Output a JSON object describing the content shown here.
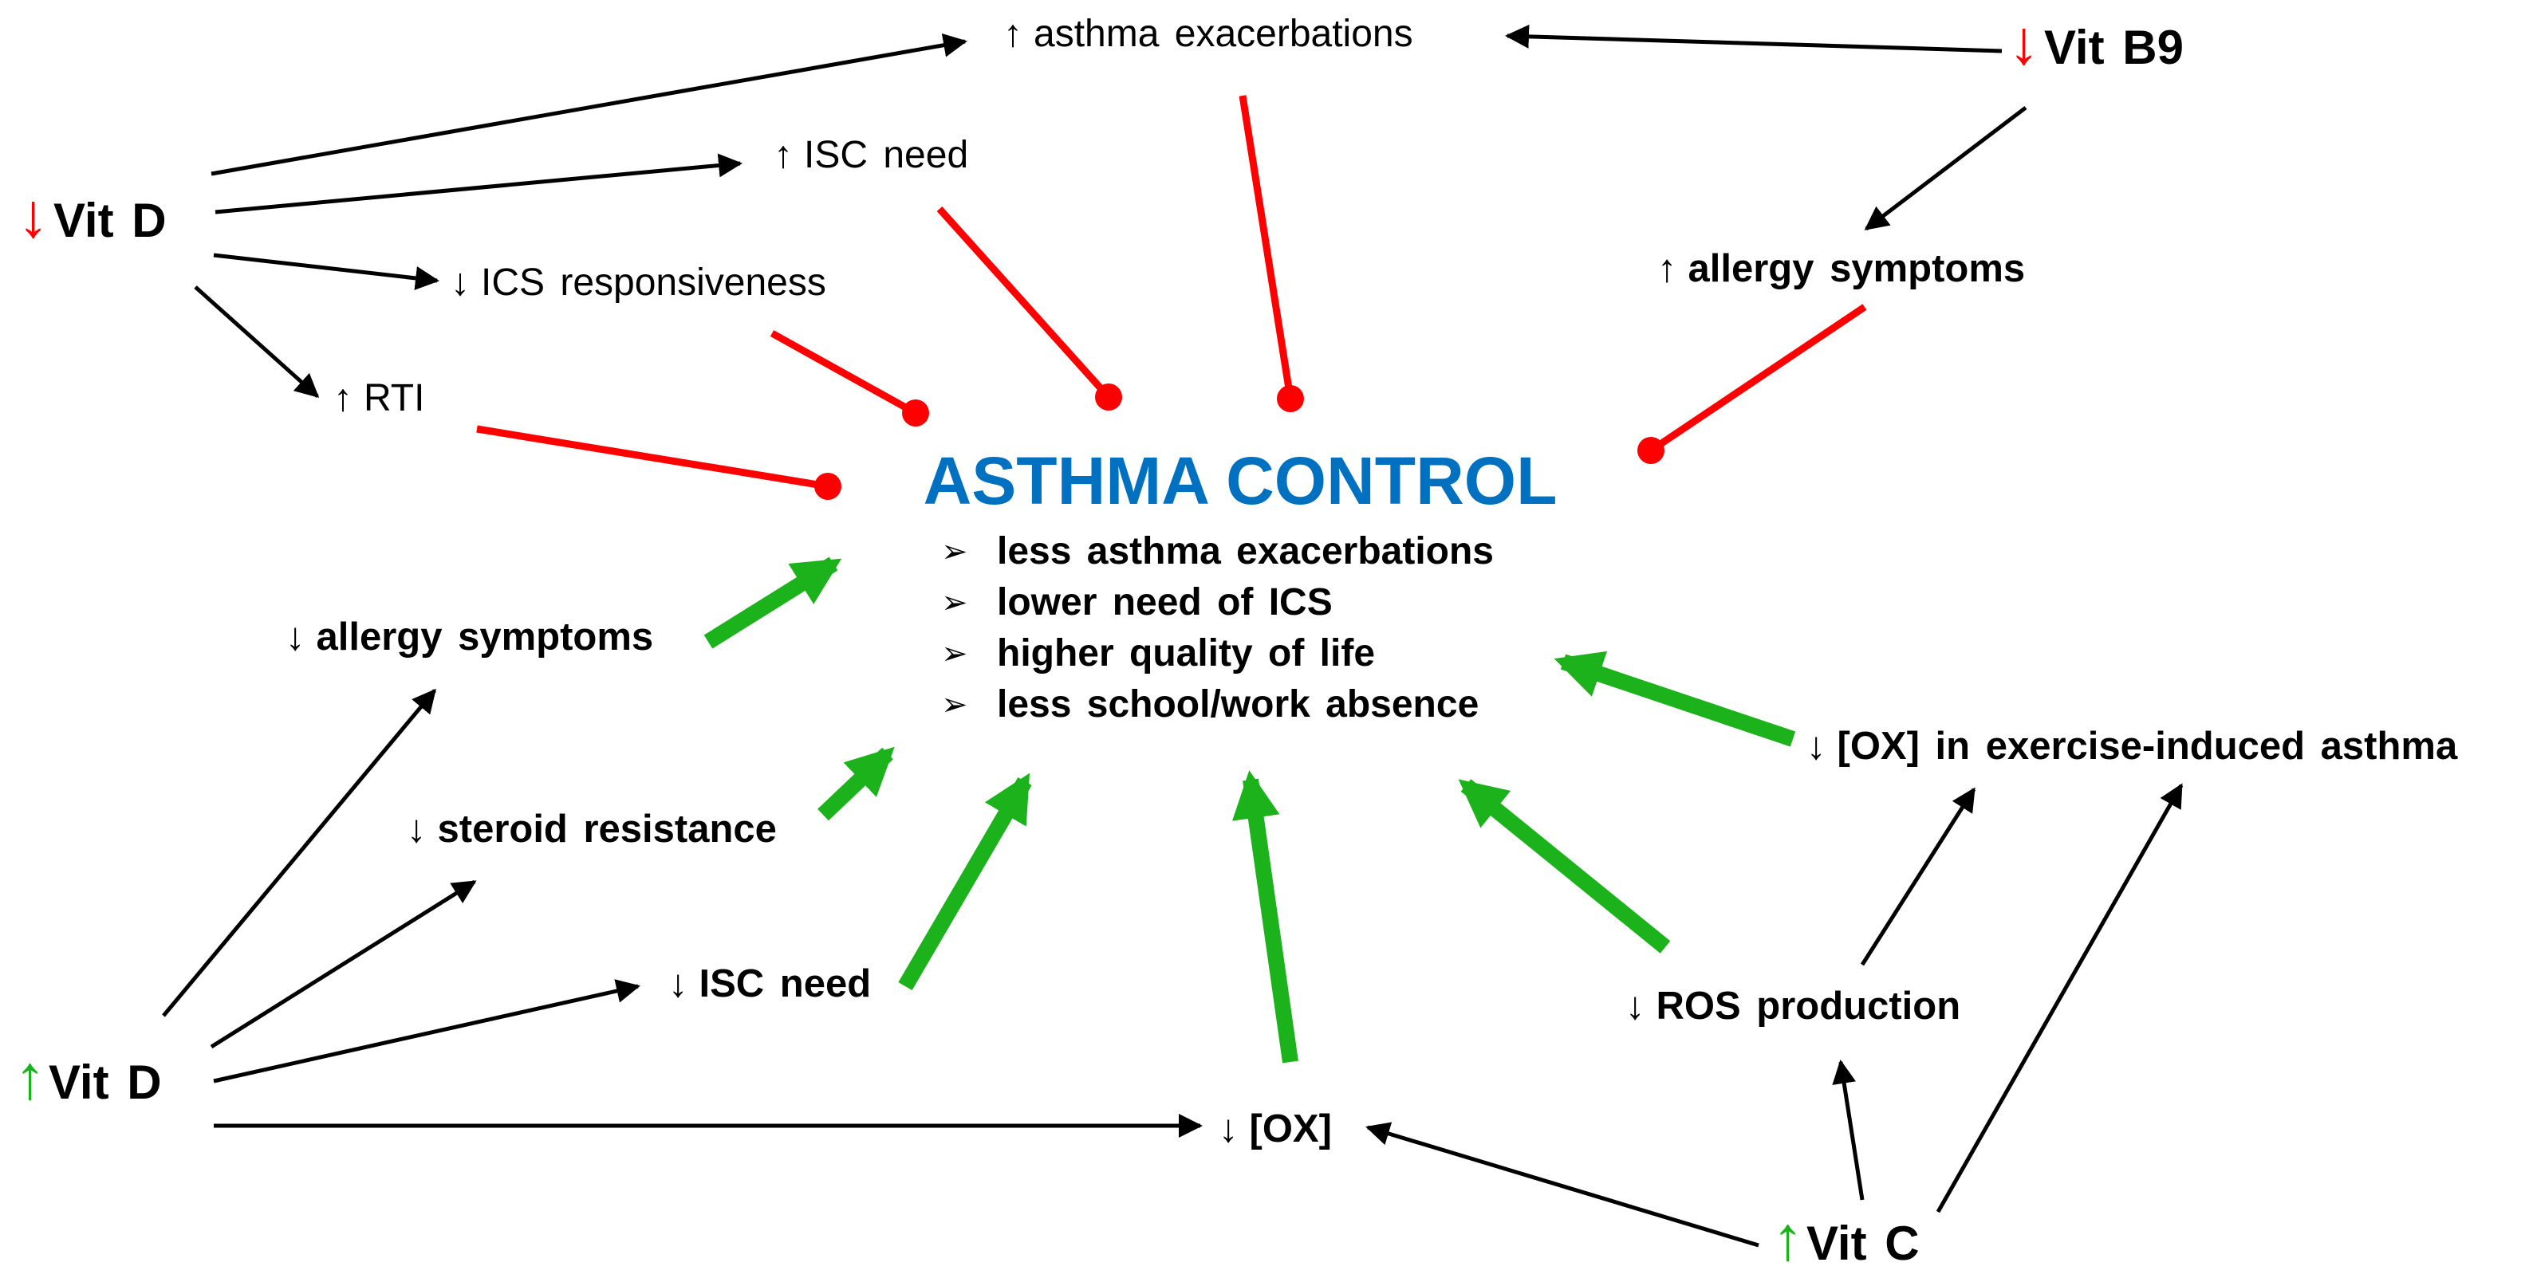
{
  "colors": {
    "negative": "#ff0000",
    "positive": "#1bb21b",
    "neutral": "#000000",
    "title": "#0070c0"
  },
  "center": {
    "title": "ASTHMA CONTROL",
    "bullet_icon": "arrowhead-bullet-icon",
    "bullets": [
      "less asthma exacerbations",
      "lower need of ICS",
      "higher quality of life",
      "less school/work absence"
    ]
  },
  "nodes": {
    "vitd_low": {
      "arrow": "↓",
      "text": "Vit D"
    },
    "vitb9_low": {
      "arrow": "↓",
      "text": "Vit B9"
    },
    "vitd_high": {
      "arrow": "↑",
      "text": "Vit D"
    },
    "vitc_high": {
      "arrow": "↑",
      "text": "Vit C"
    },
    "asthma_exacerbations_up": {
      "arrow": "↑",
      "text": "asthma exacerbations"
    },
    "isc_need_up": {
      "arrow": "↑",
      "text": "ISC need"
    },
    "ics_responsiveness_down": {
      "arrow": "↓",
      "text": "ICS responsiveness"
    },
    "rti_up": {
      "arrow": "↑",
      "text": "RTI"
    },
    "allergy_symptoms_up": {
      "arrow": "↑",
      "text": "allergy symptoms"
    },
    "allergy_symptoms_down": {
      "arrow": "↓",
      "text": "allergy symptoms"
    },
    "steroid_resistance_down": {
      "arrow": "↓",
      "text": "steroid resistance"
    },
    "isc_need_down": {
      "arrow": "↓",
      "text": "ISC need"
    },
    "ox_down": {
      "arrow": "↓",
      "text": "[OX]"
    },
    "ros_production_down": {
      "arrow": "↓",
      "text": "ROS production"
    },
    "ox_exercise_down": {
      "arrow": "↓",
      "text": "[OX] in exercise-induced asthma"
    }
  }
}
